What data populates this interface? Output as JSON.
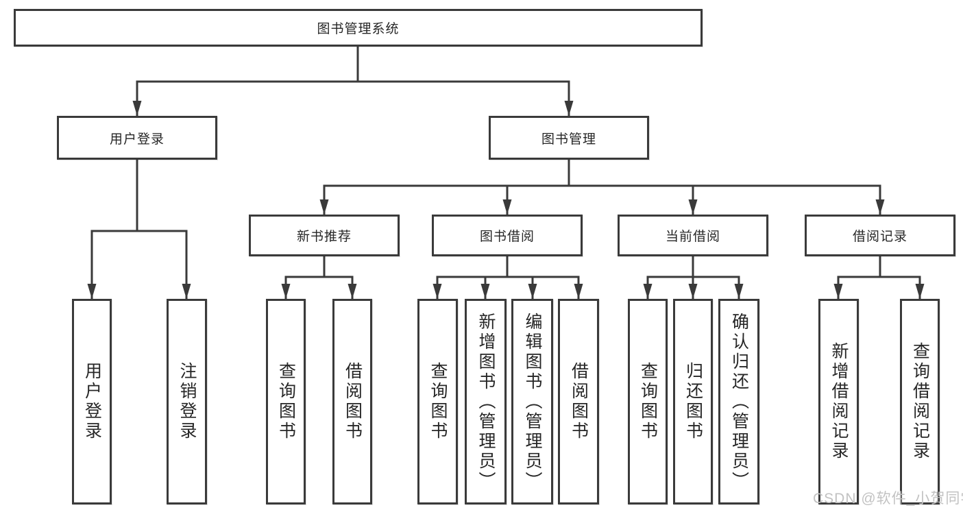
{
  "colors": {
    "line": "#3a3a3a",
    "text": "#262626",
    "bg": "#ffffff",
    "box_bg": "#ffffff",
    "watermark": "#c2c2c2"
  },
  "watermark": {
    "text": "CSDN @软件_小贺同学"
  },
  "tree": {
    "root": {
      "label": "图书管理系统"
    },
    "branches": [
      {
        "label": "用户登录",
        "children": [
          {
            "label": "用户登录"
          },
          {
            "label": "注销登录"
          }
        ]
      },
      {
        "label": "图书管理",
        "children": [
          {
            "label": "新书推荐",
            "children": [
              {
                "label": "查询图书"
              },
              {
                "label": "借阅图书"
              }
            ]
          },
          {
            "label": "图书借阅",
            "children": [
              {
                "label": "查询图书"
              },
              {
                "label": "新增图书（管理员）"
              },
              {
                "label": "编辑图书（管理员）"
              },
              {
                "label": "借阅图书"
              }
            ]
          },
          {
            "label": "当前借阅",
            "children": [
              {
                "label": "查询图书"
              },
              {
                "label": "归还图书"
              },
              {
                "label": "确认归还（管理员）"
              }
            ]
          },
          {
            "label": "借阅记录",
            "children": [
              {
                "label": "新增借阅记录"
              },
              {
                "label": "查询借阅记录"
              }
            ]
          }
        ]
      }
    ]
  }
}
